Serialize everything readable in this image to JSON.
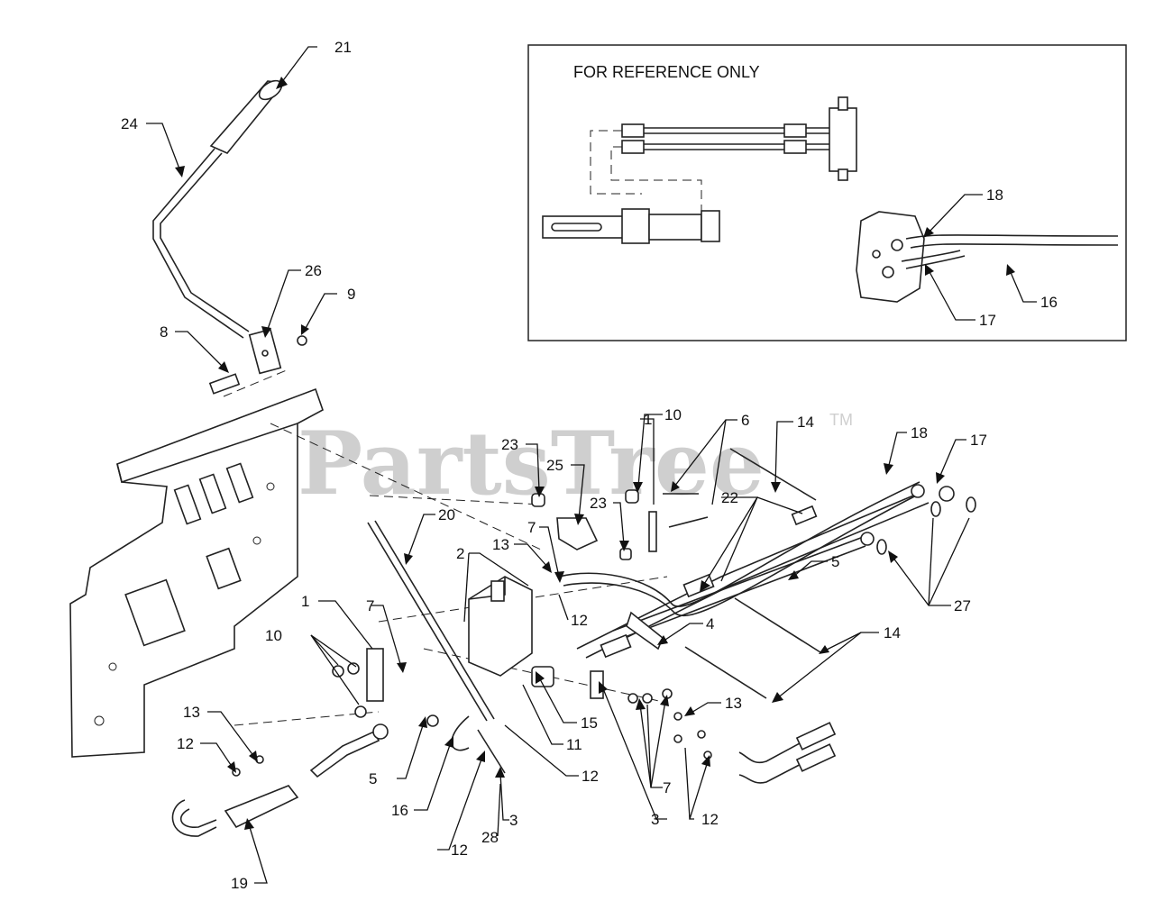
{
  "watermark": {
    "text": "PartsTree",
    "trademark": "TM"
  },
  "reference_box": {
    "title": "FOR REFERENCE ONLY"
  },
  "callouts": [
    {
      "id": "c21",
      "label": "21"
    },
    {
      "id": "c24",
      "label": "24"
    },
    {
      "id": "c26",
      "label": "26"
    },
    {
      "id": "c9",
      "label": "9"
    },
    {
      "id": "c8",
      "label": "8"
    },
    {
      "id": "c18r",
      "label": "18"
    },
    {
      "id": "c16r",
      "label": "16"
    },
    {
      "id": "c17r",
      "label": "17"
    },
    {
      "id": "c10a",
      "label": "10"
    },
    {
      "id": "c6",
      "label": "6"
    },
    {
      "id": "c14a",
      "label": "14"
    },
    {
      "id": "c18",
      "label": "18"
    },
    {
      "id": "c17",
      "label": "17"
    },
    {
      "id": "c23a",
      "label": "23"
    },
    {
      "id": "c25",
      "label": "25"
    },
    {
      "id": "c23b",
      "label": "23"
    },
    {
      "id": "c22",
      "label": "22"
    },
    {
      "id": "c20",
      "label": "20"
    },
    {
      "id": "c7a",
      "label": "7"
    },
    {
      "id": "c2",
      "label": "2"
    },
    {
      "id": "c13a",
      "label": "13"
    },
    {
      "id": "c1a",
      "label": "1"
    },
    {
      "id": "c5a",
      "label": "5"
    },
    {
      "id": "c12a",
      "label": "12"
    },
    {
      "id": "c27",
      "label": "27"
    },
    {
      "id": "c1b",
      "label": "1"
    },
    {
      "id": "c7b",
      "label": "7"
    },
    {
      "id": "c4",
      "label": "4"
    },
    {
      "id": "c14b",
      "label": "14"
    },
    {
      "id": "c10b",
      "label": "10"
    },
    {
      "id": "c13b",
      "label": "13"
    },
    {
      "id": "c13c",
      "label": "13"
    },
    {
      "id": "c12b",
      "label": "12"
    },
    {
      "id": "c15",
      "label": "15"
    },
    {
      "id": "c11",
      "label": "11"
    },
    {
      "id": "c5b",
      "label": "5"
    },
    {
      "id": "c12c",
      "label": "12"
    },
    {
      "id": "c16",
      "label": "16"
    },
    {
      "id": "c7c",
      "label": "7"
    },
    {
      "id": "c3a",
      "label": "3"
    },
    {
      "id": "c3b",
      "label": "3"
    },
    {
      "id": "c12d",
      "label": "12"
    },
    {
      "id": "c28",
      "label": "28"
    },
    {
      "id": "c12e",
      "label": "12"
    },
    {
      "id": "c19",
      "label": "19"
    }
  ]
}
